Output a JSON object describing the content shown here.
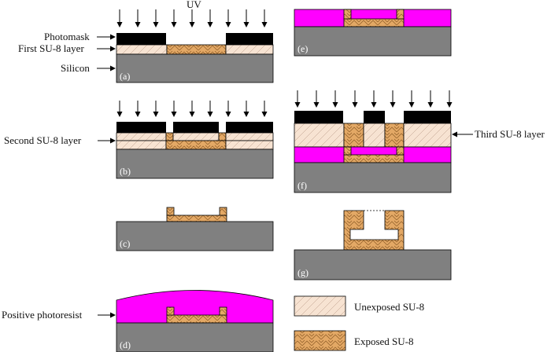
{
  "labels": {
    "uv": "UV",
    "photomask": "Photomask",
    "first_layer": "First SU-8 layer",
    "silicon": "Silicon",
    "second_layer": "Second SU-8 layer",
    "third_layer": "Third SU-8 layer",
    "positive_photoresist": "Positive photoresist"
  },
  "steps": {
    "a": "(a)",
    "b": "(b)",
    "c": "(c)",
    "d": "(d)",
    "e": "(e)",
    "f": "(f)",
    "g": "(g)"
  },
  "legend": {
    "unexposed": "Unexposed SU-8",
    "exposed": "Exposed SU-8"
  },
  "colors": {
    "silicon": "#808080",
    "photomask": "#000000",
    "unexposed": "#f7e3d2",
    "exposed": "#e3a865",
    "photoresist": "#ff00ff"
  }
}
